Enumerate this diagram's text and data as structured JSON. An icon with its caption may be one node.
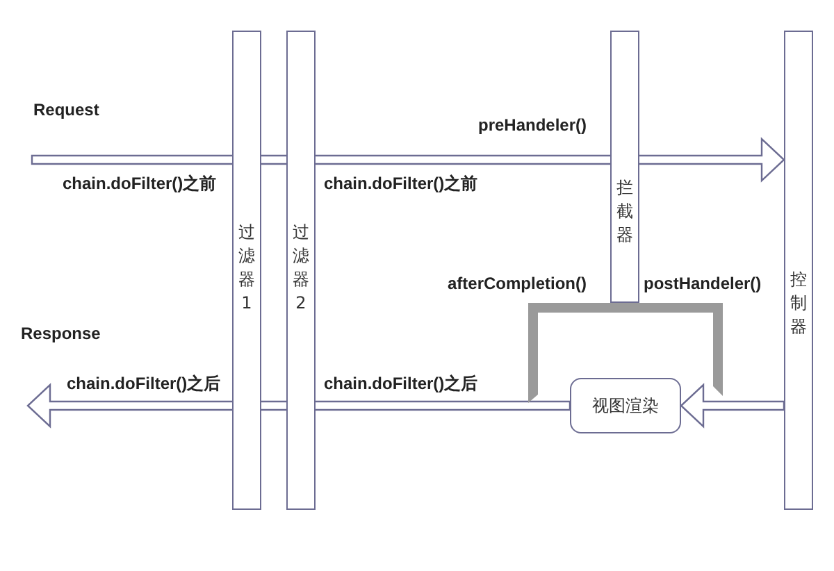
{
  "diagram": {
    "nodes": [
      {
        "text": [
          "过滤器1"
        ]
      },
      {
        "text": [
          "过滤器2"
        ]
      },
      {
        "text": [
          "拦截器"
        ]
      },
      {
        "text": [
          "控制器"
        ]
      },
      {
        "text": [
          "视图渲染"
        ]
      }
    ],
    "edges": [
      {
        "from": null,
        "to": 3,
        "arrow": "to"
      },
      {
        "from": 3,
        "to": 4,
        "arrow": "to"
      },
      {
        "from": 4,
        "to": null,
        "arrow": "to"
      },
      {
        "from": 2,
        "to": 4,
        "arrow": "to",
        "style": "thick",
        "color": "#9a9a9a"
      }
    ],
    "labels": [
      "Request",
      "preHandeler()",
      "chain.doFilter()之前",
      "chain.doFilter()之前",
      "afterCompletion()",
      "postHandeler()",
      "Response",
      "chain.doFilter()之后",
      "chain.doFilter()之后"
    ]
  }
}
